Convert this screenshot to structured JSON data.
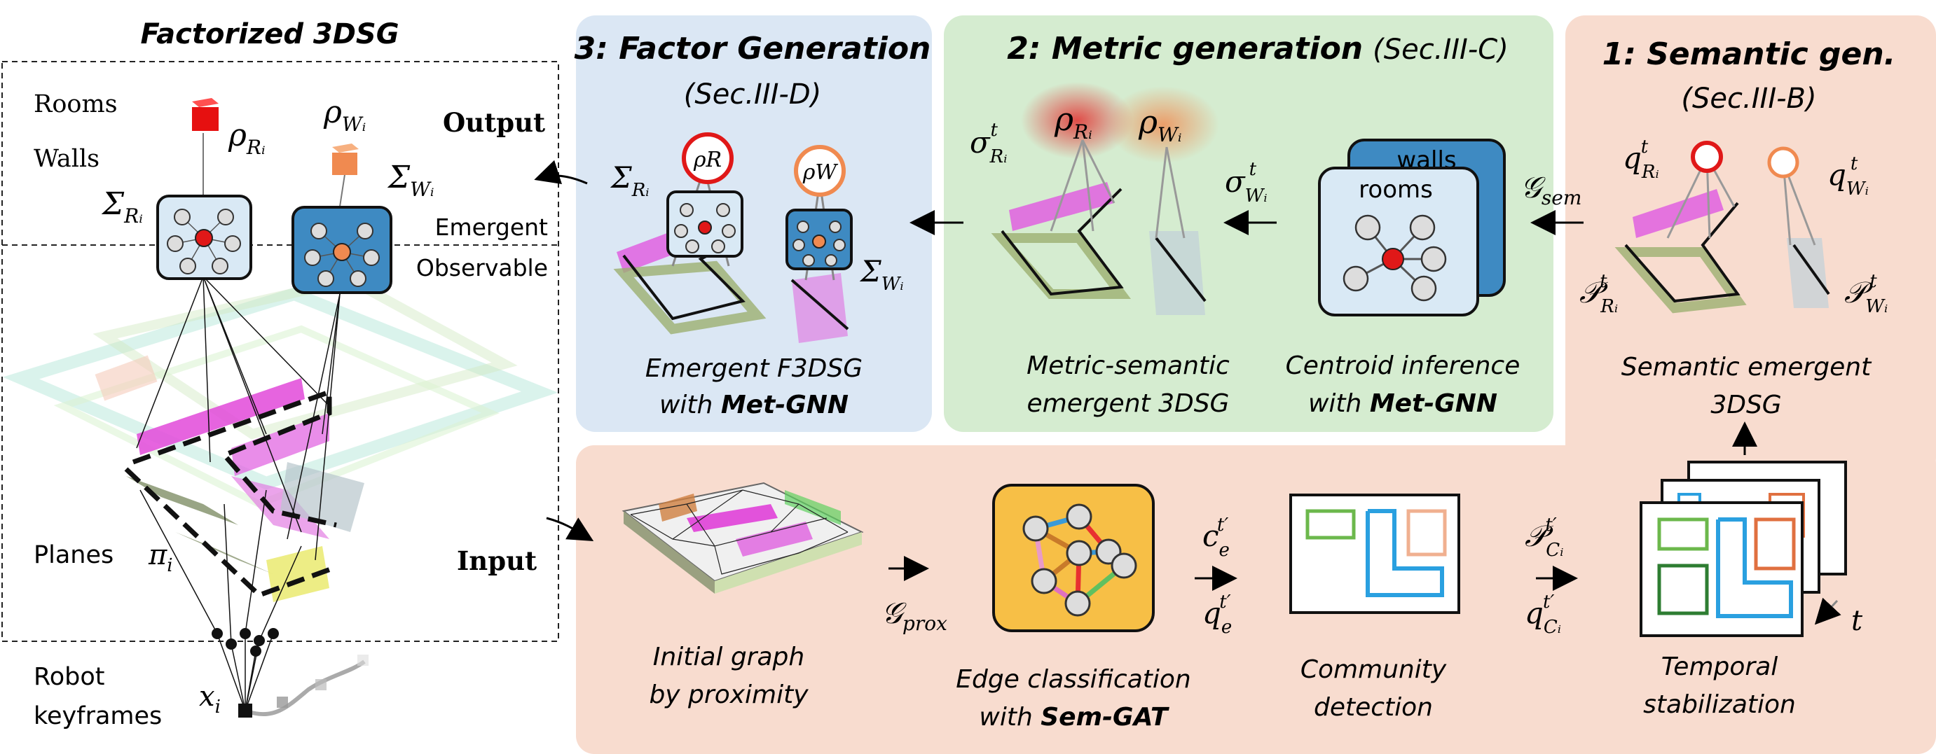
{
  "colors": {
    "blue_panel": "#dbe7f4",
    "green_panel": "#d5ecd0",
    "salmon_panel": "#f8dccf",
    "node_fill": "#d9e9f5",
    "node_dark": "#3e8ac2",
    "red": "#e02020",
    "orange": "#f08a50"
  },
  "left": {
    "title": "Factorized 3DSG",
    "rooms": "Rooms",
    "walls": "Walls",
    "planes": "Planes",
    "robot_line1": "Robot",
    "robot_line2": "keyframes",
    "output": "Output",
    "input": "Input",
    "emergent": "Emergent",
    "observable": "Observable",
    "rho_R": "ρ",
    "rho_R_sub": "Rᵢ",
    "rho_W": "ρ",
    "rho_W_sub": "Wᵢ",
    "sigma_R": "Σ",
    "sigma_R_sub": "Rᵢ",
    "sigma_W": "Σ",
    "sigma_W_sub": "Wᵢ",
    "pi": "π",
    "pi_sub": "i",
    "x": "x",
    "x_sub": "i"
  },
  "panel3": {
    "title": "3: Factor Generation",
    "subtitle": "(Sec.III-D)",
    "caption1": "Emergent F3DSG",
    "caption2_prefix": "with ",
    "caption2_bold": "Met-GNN",
    "sigma_R": "Σ",
    "sigma_R_sub": "Rᵢ",
    "sigma_W": "Σ",
    "sigma_W_sub": "Wᵢ",
    "rho_R_circle": "ρR",
    "rho_W_circle": "ρW"
  },
  "panel2": {
    "title": "2: Metric generation",
    "subtitle": "(Sec.III-C)",
    "caption_left1": "Metric-semantic",
    "caption_left2": "emergent 3DSG",
    "caption_right1": "Centroid inference",
    "caption_right2_prefix": "with ",
    "caption_right2_bold": "Met-GNN",
    "walls_label": "walls",
    "rooms_label": "rooms",
    "sigma_R": "σ",
    "sigma_R_sup": "t",
    "sigma_R_sub": "Rᵢ",
    "sigma_W": "σ",
    "sigma_W_sup": "t",
    "sigma_W_sub": "Wᵢ",
    "rho_R": "ρ",
    "rho_R_sub": "Rᵢ",
    "rho_W": "ρ",
    "rho_W_sub": "Wᵢ"
  },
  "panel1": {
    "title": "1: Semantic gen.",
    "subtitle": "(Sec.III-B)",
    "caption1": "Semantic emergent",
    "caption2": "3DSG",
    "g_sem": "𝒢",
    "g_sem_sub": "sem",
    "q_R": "q",
    "q_R_sup": "t",
    "q_R_sub": "Rᵢ",
    "q_W": "q",
    "q_W_sup": "t",
    "q_W_sub": "Wᵢ",
    "P_R": "𝒫",
    "P_R_sup": "t",
    "P_R_sub": "Rᵢ",
    "P_W": "𝒫",
    "P_W_sup": "t",
    "P_W_sub": "Wᵢ"
  },
  "bottom": {
    "cap_graph1": "Initial graph",
    "cap_graph2": "by proximity",
    "g_prox": "𝒢",
    "g_prox_sub": "prox",
    "cap_edge1": "Edge classification",
    "cap_edge2_prefix": "with ",
    "cap_edge2_bold": "Sem-GAT",
    "c_e": "c",
    "c_e_sup": "t′",
    "c_e_sub": "e",
    "q_e": "q",
    "q_e_sup": "t′",
    "q_e_sub": "e",
    "cap_comm1": "Community",
    "cap_comm2": "detection",
    "P_C": "𝒫",
    "P_C_sup": "t′",
    "P_C_sub": "Cᵢ",
    "q_C": "q",
    "q_C_sup": "t′",
    "q_C_sub": "Cᵢ",
    "cap_temp1": "Temporal",
    "cap_temp2": "stabilization",
    "t_label": "t"
  }
}
